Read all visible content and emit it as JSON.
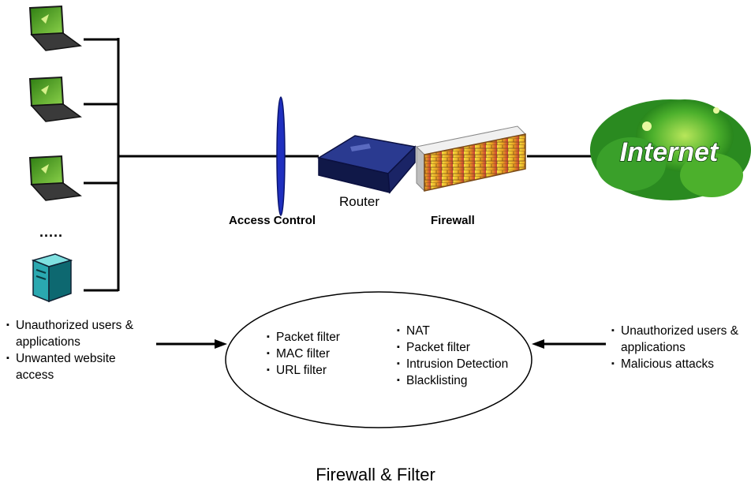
{
  "title": "Firewall & Filter",
  "ellipsis": ".....",
  "access_control_label": "Access Control",
  "router_label": "Router",
  "firewall_label": "Firewall",
  "internet_label": "Internet",
  "lan_threats": [
    "Unauthorized users & applications",
    "Unwanted website access"
  ],
  "access_control_features": [
    "Packet filter",
    "MAC filter",
    "URL filter"
  ],
  "firewall_features": [
    "NAT",
    "Packet filter",
    "Intrusion Detection",
    "Blacklisting"
  ],
  "wan_threats": [
    "Unauthorized users & applications",
    "Malicious attacks"
  ],
  "colors": {
    "line": "#000000",
    "access_control": "#1f2fbf",
    "router": "#1a2466",
    "internet": "#3aa02a",
    "firewall_brick": "#e8c21a"
  }
}
